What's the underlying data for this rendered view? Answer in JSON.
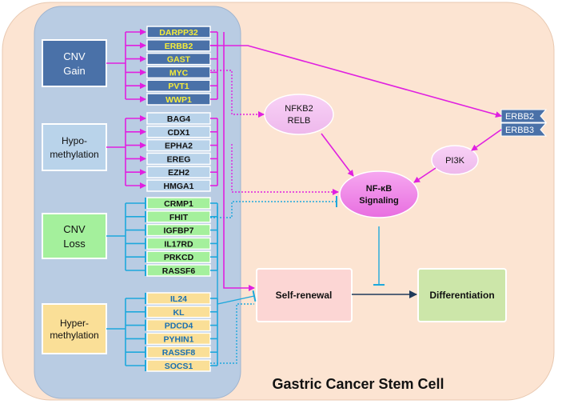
{
  "colors": {
    "cell_bg": "#fce4d2",
    "panel_bg": "#b9cce3",
    "gain": "#4a71a8",
    "hypo": "#b9d3ea",
    "loss": "#a4f09c",
    "hyper": "#fadf97",
    "arrow_magenta": "#e020e0",
    "arrow_blue": "#1ea8dc",
    "arrow_dark": "#1f3a5a"
  },
  "groups": {
    "gain": {
      "label": "CNV Gain",
      "genes": [
        "DARPP32",
        "ERBB2",
        "GAST",
        "MYC",
        "PVT1",
        "WWP1"
      ]
    },
    "hypo": {
      "label": "Hypo-methylation",
      "genes": [
        "BAG4",
        "CDX1",
        "EPHA2",
        "EREG",
        "EZH2",
        "HMGA1"
      ]
    },
    "loss": {
      "label": "CNV Loss",
      "genes": [
        "CRMP1",
        "FHIT",
        "IGFBP7",
        "IL17RD",
        "PRKCD",
        "RASSF6"
      ]
    },
    "hyper": {
      "label": "Hyper-methylation",
      "genes": [
        "IL24",
        "KL",
        "PDCD4",
        "PYHIN1",
        "RASSF8",
        "SOCS1"
      ]
    }
  },
  "nodes": {
    "nfkb2_relb": "NFKB2 RELB",
    "erbb2": "ERBB2",
    "erbb3": "ERBB3",
    "pi3k": "PI3K",
    "nfkb_signaling": "NF-κB Signaling",
    "self_renewal": "Self-renewal",
    "differentiation": "Differentiation"
  },
  "cell_title": "Gastric Cancer Stem Cell"
}
